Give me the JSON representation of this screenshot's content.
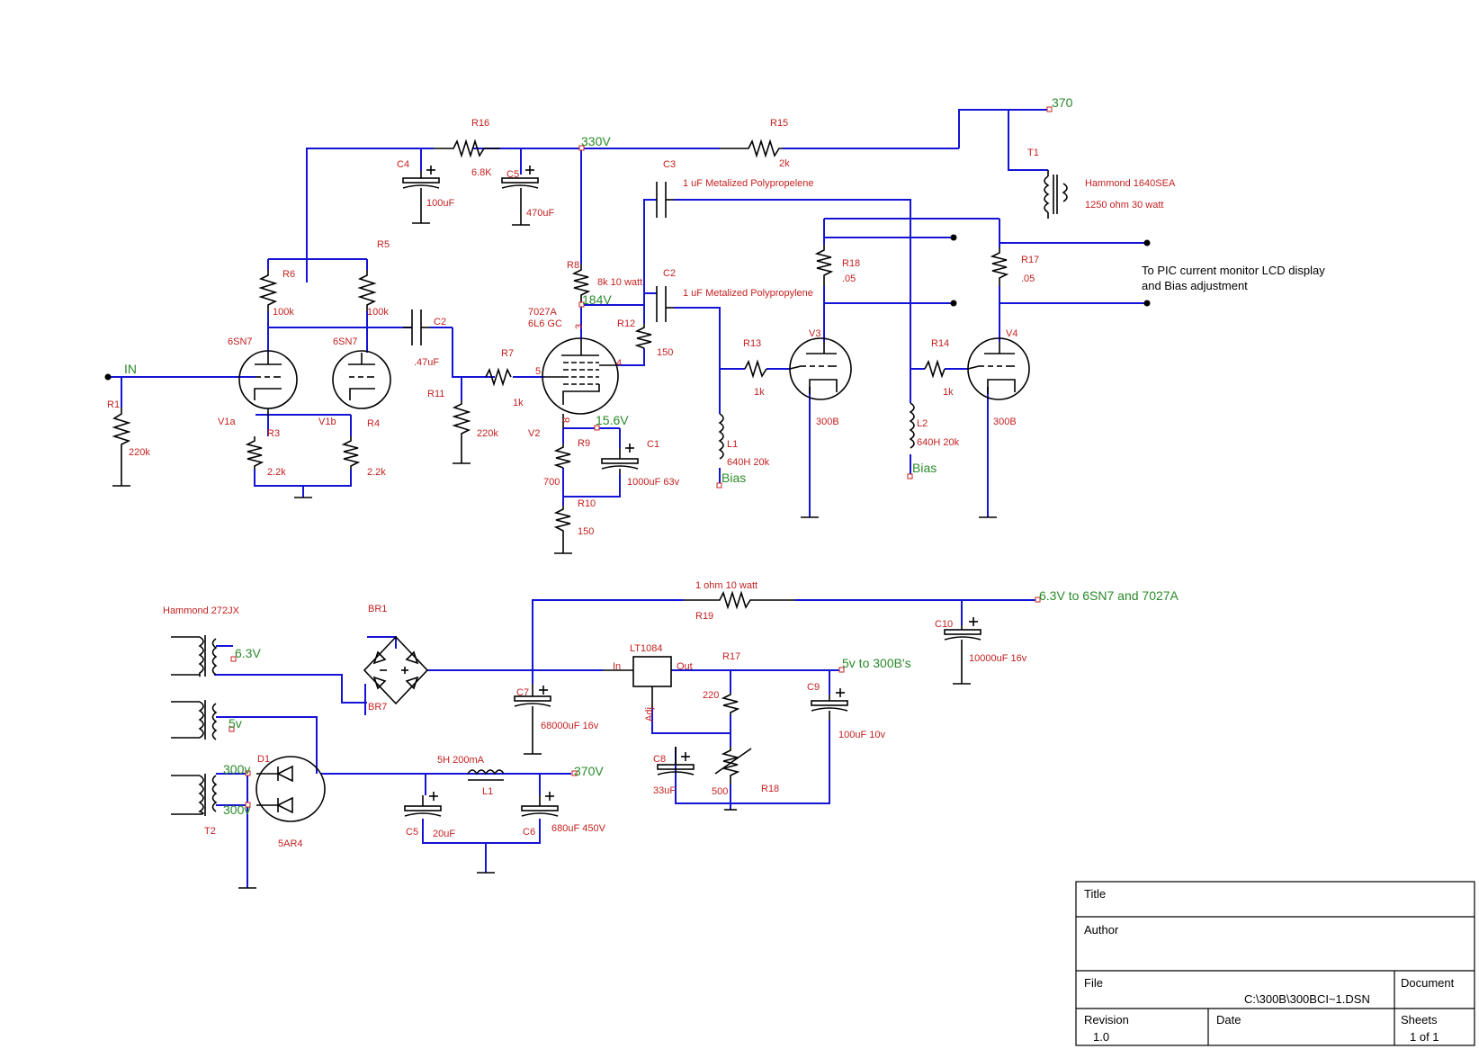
{
  "schematic": {
    "nets": {
      "n370": "370",
      "n330v": "330V",
      "n184v": "184V",
      "n15_6v": "15.6V",
      "in": "IN",
      "bias1": "Bias",
      "bias2": "Bias",
      "heater_out": "6.3V to 6SN7 and 7027A",
      "v5_out": "5v to 300B's",
      "v370_out": "370V",
      "t_6_3v": "6.3V",
      "t_5v": "5v",
      "t_300v_a": "300v",
      "t_300v_b": "300v"
    },
    "components": {
      "r16": {
        "ref": "R16",
        "value": "6.8K"
      },
      "r15": {
        "ref": "R15",
        "value": "2k"
      },
      "c4": {
        "ref": "C4",
        "value": "100uF"
      },
      "c5": {
        "ref": "C5",
        "value": "470uF"
      },
      "r5": {
        "ref": "R5"
      },
      "r6": {
        "ref": "R6",
        "value": "100k"
      },
      "r6b": {
        "value": "100k"
      },
      "v1_type_a": "6SN7",
      "v1_type_b": "6SN7",
      "v1a": "V1a",
      "v1b": "V1b",
      "r4": {
        "ref": "R4",
        "value": "2.2k"
      },
      "r3": {
        "ref": "R3",
        "value": "2.2k"
      },
      "r1": {
        "ref": "R1",
        "value": "220k"
      },
      "c2a": {
        "ref": "C2",
        "value": ".47uF"
      },
      "r11": {
        "ref": "R11",
        "value": "220k"
      },
      "r7": {
        "ref": "R7",
        "value": "1k"
      },
      "v2_type": "7027A",
      "v2_type2": "6L6 GC",
      "v2": "V2",
      "r8": {
        "ref": "R8",
        "value": "8k 10 watt"
      },
      "r9": {
        "ref": "R9",
        "value": "700"
      },
      "r10": {
        "ref": "R10",
        "value": "150"
      },
      "c1": {
        "ref": "C1",
        "value": "1000uF  63v"
      },
      "r12": {
        "ref": "R12",
        "value": "150"
      },
      "c3": {
        "ref": "C3",
        "value": "1 uF Metalized Polypropelene"
      },
      "c2b": {
        "ref": "C2",
        "value": "1 uF Metalized Polypropylene"
      },
      "r13": {
        "ref": "R13",
        "value": "1k"
      },
      "r14": {
        "ref": "R14",
        "value": "1k"
      },
      "l1": {
        "ref": "L1",
        "value": "640H  20k"
      },
      "l2": {
        "ref": "L2",
        "value": "640H  20k"
      },
      "v3": {
        "ref": "V3",
        "value": "300B"
      },
      "v4": {
        "ref": "V4",
        "value": "300B"
      },
      "r18": {
        "ref": "R18",
        "value": ".05"
      },
      "r17": {
        "ref": "R17",
        "value": ".05"
      },
      "t1": {
        "ref": "T1",
        "value": "Hammond 1640SEA",
        "value2": "1250 ohm  30 watt"
      },
      "pin3": "3",
      "pin4": "4",
      "pin5": "5",
      "pin8": "8",
      "t2": {
        "ref": "T2",
        "value": "Hammond 272JX"
      },
      "br1": {
        "ref": "BR1"
      },
      "br7": {
        "ref": "BR7"
      },
      "r19": {
        "ref": "R19",
        "value": "1 ohm 10 watt"
      },
      "c10": {
        "ref": "C10",
        "value": "10000uF 16v"
      },
      "c7": {
        "ref": "C7",
        "value": "68000uF 16v"
      },
      "lt1084": {
        "ref": "LT1084",
        "in": "In",
        "out": "Out",
        "adj": "Adj"
      },
      "r17p": {
        "ref": "R17",
        "value": "220"
      },
      "r18p": {
        "ref": "R18",
        "value": "500"
      },
      "c8": {
        "ref": "C8",
        "value": "33uF"
      },
      "c9": {
        "ref": "C9",
        "value": "100uF 10v"
      },
      "d1": {
        "ref": "D1",
        "value": "5AR4"
      },
      "lch": {
        "ref": "L1",
        "value": "5H  200mA"
      },
      "c5p": {
        "ref": "C5",
        "value": "20uF"
      },
      "c6": {
        "ref": "C6",
        "value": "680uF 450V"
      }
    },
    "note": {
      "line1": "To PIC current monitor LCD display",
      "line2": "and Bias adjustment"
    }
  },
  "title_block": {
    "title_label": "Title",
    "author_label": "Author",
    "file_label": "File",
    "file_value": "C:\\300B\\300BCI~1.DSN",
    "document_label": "Document",
    "revision_label": "Revision",
    "revision_value": "1.0",
    "date_label": "Date",
    "sheets_label": "Sheets",
    "sheets_value": "1 of 1"
  },
  "colors": {
    "wire": "#1414d6",
    "label": "#c42020",
    "net_label": "#2a8a2a"
  }
}
